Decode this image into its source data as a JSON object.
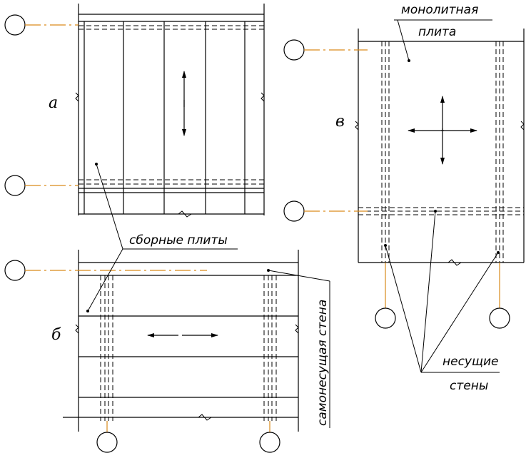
{
  "labels": {
    "panel_a": "а",
    "panel_b": "б",
    "panel_v": "в"
  },
  "notes": {
    "prefab_slabs": "сборные плиты",
    "monolithic_1": "монолитная",
    "monolithic_2": "плита",
    "self_supporting_wall": "самонесущая стена",
    "bearing_walls_1": "несущие",
    "bearing_walls_2": "стены"
  },
  "colors": {
    "axis": "#d98a1a",
    "line": "#000000"
  }
}
